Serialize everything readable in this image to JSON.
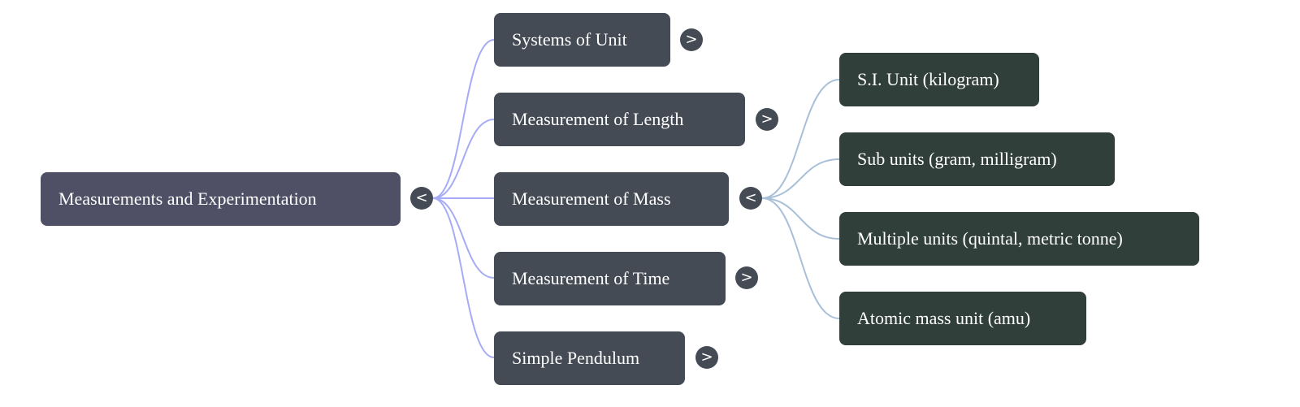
{
  "root": {
    "label": "Measurements and Experimentation",
    "toggle": "<"
  },
  "children": [
    {
      "label": "Systems of Unit",
      "toggle": ">"
    },
    {
      "label": "Measurement of Length",
      "toggle": ">"
    },
    {
      "label": "Measurement of Mass",
      "toggle": "<"
    },
    {
      "label": "Measurement of Time",
      "toggle": ">"
    },
    {
      "label": "Simple Pendulum",
      "toggle": ">"
    }
  ],
  "mass_children": [
    {
      "label": "S.I. Unit (kilogram)"
    },
    {
      "label": "Sub units (gram, milligram)"
    },
    {
      "label": "Multiple units (quintal, metric tonne)"
    },
    {
      "label": "Atomic mass unit (amu)"
    }
  ],
  "colors": {
    "root": "#4f4f66",
    "level1": "#444b55",
    "level2": "#313f3b",
    "link1": "#a5acf5",
    "link2": "#a8bfd8"
  }
}
